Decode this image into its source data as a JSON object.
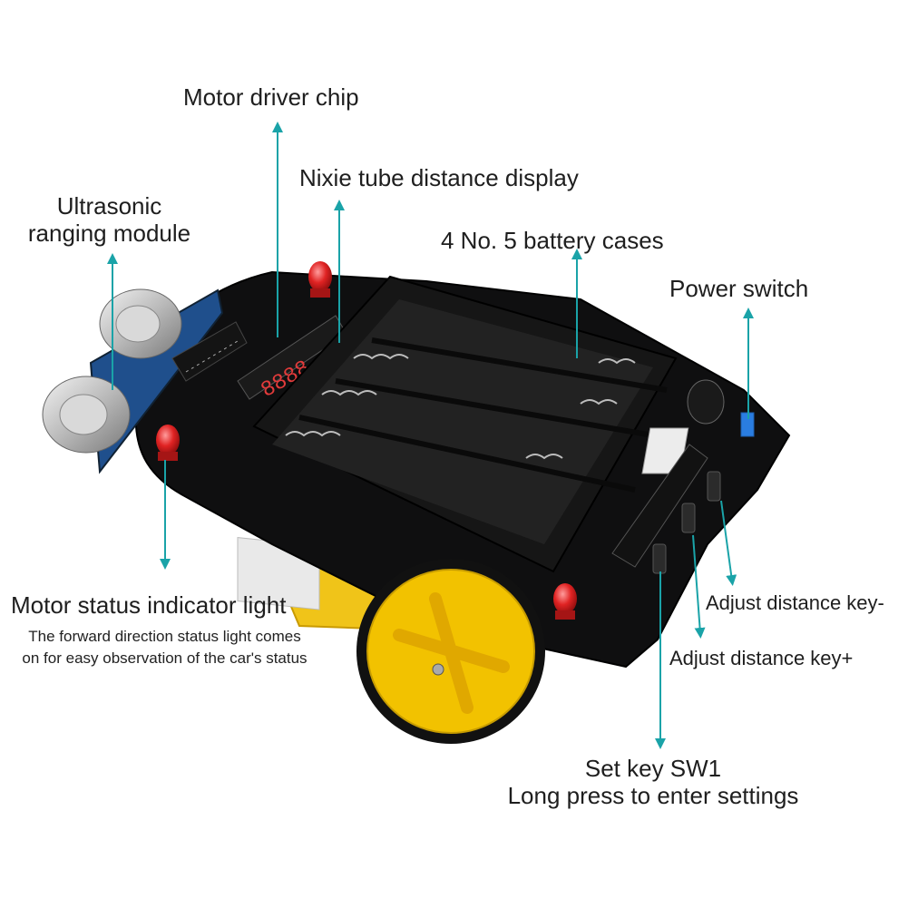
{
  "labels": {
    "motor_driver": "Motor driver chip",
    "nixie": "Nixie tube distance display",
    "ultrasonic_line1": "Ultrasonic",
    "ultrasonic_line2": "ranging module",
    "battery": "4 No. 5 battery cases",
    "power": "Power switch",
    "status_title": "Motor status indicator light",
    "status_desc_line1": "The forward direction status light comes",
    "status_desc_line2": "on for easy observation of the car's status",
    "key_minus": "Adjust distance key-",
    "key_plus": "Adjust distance key+",
    "set_line1": "Set key SW1",
    "set_line2": "Long press to enter settings"
  },
  "colors": {
    "arrow": "#1aa3a8",
    "pcb": "#0d0d0d",
    "led": "#d61f1f",
    "wheel": "#f2c200",
    "display": "#e23b3b"
  }
}
